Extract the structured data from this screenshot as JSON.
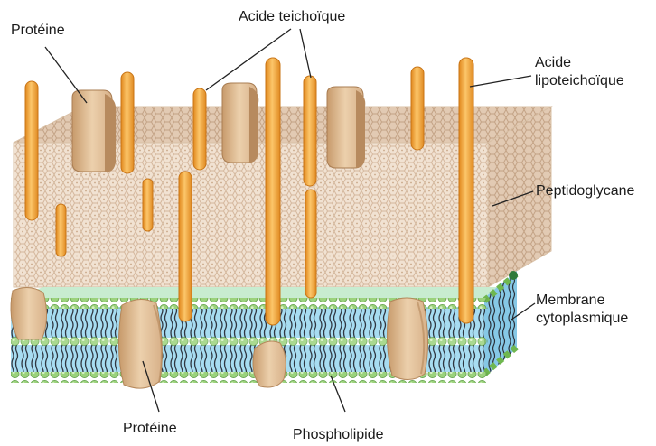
{
  "labels": {
    "protein_top": "Protéine",
    "teichoic_acid": "Acide teichoïque",
    "lipoteichoic_acid_line1": "Acide",
    "lipoteichoic_acid_line2": "lipoteichoïque",
    "peptidoglycan": "Peptidoglycane",
    "membrane_line1": "Membrane",
    "membrane_line2": "cytoplasmique",
    "protein_bottom": "Protéine",
    "phospholipid": "Phospholipide"
  },
  "colors": {
    "peptidoglycan_fill": "#f1e2d2",
    "peptidoglycan_mesh": "#d4b79c",
    "teichoic_orange": "#f4a63c",
    "teichoic_highlight": "#fcd389",
    "protein_fill": "#e4bf94",
    "protein_shadow": "#b4875a",
    "membrane_blue": "#9fd6ee",
    "phospholipid_head": "#9bd27c",
    "phospholipid_tail": "#2f3640",
    "leader_line": "#222222"
  }
}
